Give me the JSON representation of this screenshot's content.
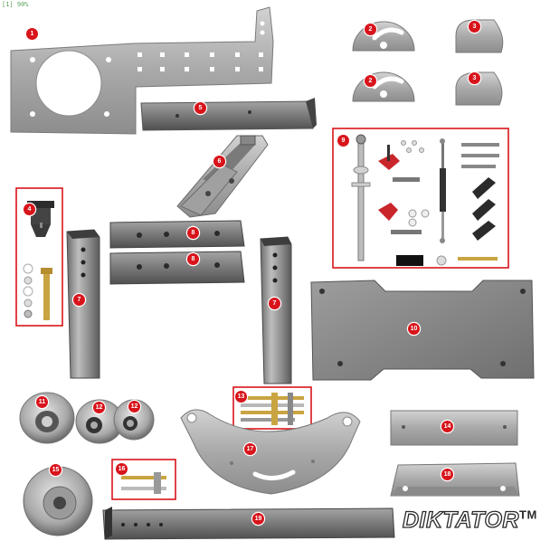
{
  "corner_tag": "[1] 90%",
  "logo_text": "DIKTATOR",
  "logo_mark": "TM",
  "part_numbers": [
    "1",
    "2",
    "2",
    "3",
    "3",
    "4",
    "5",
    "6",
    "7",
    "7",
    "8",
    "8",
    "9",
    "10",
    "11",
    "12",
    "12",
    "13",
    "14",
    "15",
    "16",
    "17",
    "18",
    "19"
  ],
  "colors": {
    "badge": "#d8141b",
    "frame": "#d8141b",
    "steel_light": "#c4c4c4",
    "steel_mid": "#9a9a9a",
    "steel_dark": "#555555",
    "handle_red": "#c8262b"
  }
}
